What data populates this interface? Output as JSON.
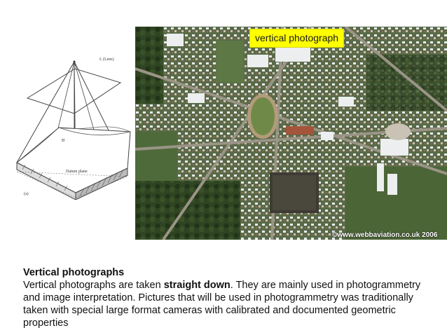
{
  "diagram": {
    "lens_label": "L (Lens)",
    "datum_label": "Datum plane",
    "b_label": "B'",
    "a_label": "(a)"
  },
  "photo": {
    "label": "vertical photograph",
    "copyright": "©www.webbaviation.co.uk 2006",
    "colors": {
      "grass": "#4f6a3a",
      "road": "#9a9486",
      "tent": "#e9ecef",
      "track": "#b39c7a"
    }
  },
  "caption": {
    "heading": "Vertical photographs",
    "part1": "Vertical photographs are taken ",
    "bold": "straight down",
    "part2": ". They are mainly used in photogrammetry and image interpretation. Pictures that will be used in photogrammetry was traditionally taken with special large format cameras with calibrated and documented geometric properties"
  }
}
